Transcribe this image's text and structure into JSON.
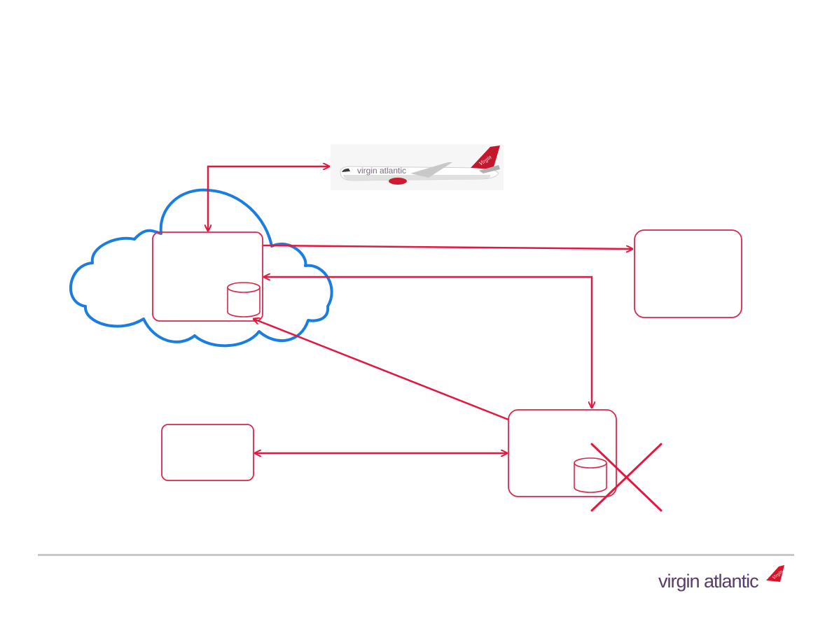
{
  "colors": {
    "connector": "#e3183f",
    "box_stroke": "#d8284a",
    "cloud_stroke": "#1a7de0",
    "footer_rule": "#c8c8c8",
    "brand_text": "#5b3b6b",
    "brand_red": "#d9142a"
  },
  "aircraft": {
    "icon": "airplane-image",
    "livery_text": "virgin atlantic",
    "tail_script": "Virgin"
  },
  "brand": {
    "logo_text": "virgin atlantic",
    "tail_script": "Virgin"
  },
  "diagram": {
    "nodes": [
      {
        "id": "cloud-system",
        "has_database": true,
        "in_cloud": true
      },
      {
        "id": "right-system",
        "has_database": false
      },
      {
        "id": "left-system",
        "has_database": false
      },
      {
        "id": "onprem-system",
        "has_database": true,
        "decommissioned": true
      }
    ],
    "connections": [
      {
        "from": "cloud-system",
        "to": "aircraft",
        "bidirectional": true
      },
      {
        "from": "cloud-system",
        "to": "right-system",
        "bidirectional": false
      },
      {
        "from": "onprem-system",
        "to": "cloud-system",
        "bidirectional": true
      },
      {
        "from": "onprem-system",
        "to": "cloud-system-database",
        "bidirectional": false
      },
      {
        "from": "left-system",
        "to": "onprem-system",
        "bidirectional": true
      }
    ]
  }
}
